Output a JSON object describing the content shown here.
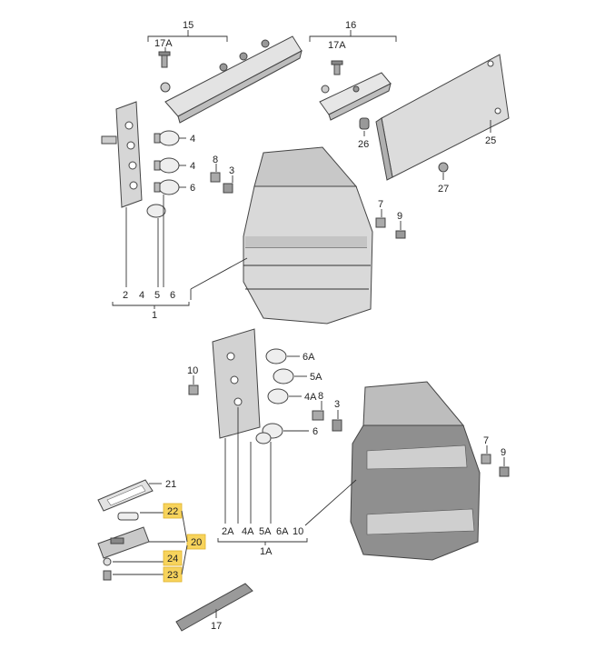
{
  "labels": {
    "l15": "15",
    "l17A_a": "17A",
    "l16": "16",
    "l17A_b": "17A",
    "l25": "25",
    "l26": "26",
    "l27": "27",
    "l4_a": "4",
    "l4_b": "4",
    "l6_a": "6",
    "l8_a": "8",
    "l3_a": "3",
    "l7_a": "7",
    "l9_a": "9",
    "b2": "2",
    "b4": "4",
    "b5": "5",
    "b6": "6",
    "b1": "1",
    "l6A": "6A",
    "l5A": "5A",
    "l4A": "4A",
    "l10": "10",
    "l8_b": "8",
    "l3_b": "3",
    "l6_b": "6",
    "l7_b": "7",
    "l9_b": "9",
    "l21": "21",
    "l22": "22",
    "l20": "20",
    "l24": "24",
    "l23": "23",
    "b2A": "2A",
    "b4A": "4A",
    "b5A": "5A",
    "b6A": "6A",
    "b10": "10",
    "b1A": "1A",
    "l17": "17"
  },
  "highlight_color": "#f7d35c"
}
